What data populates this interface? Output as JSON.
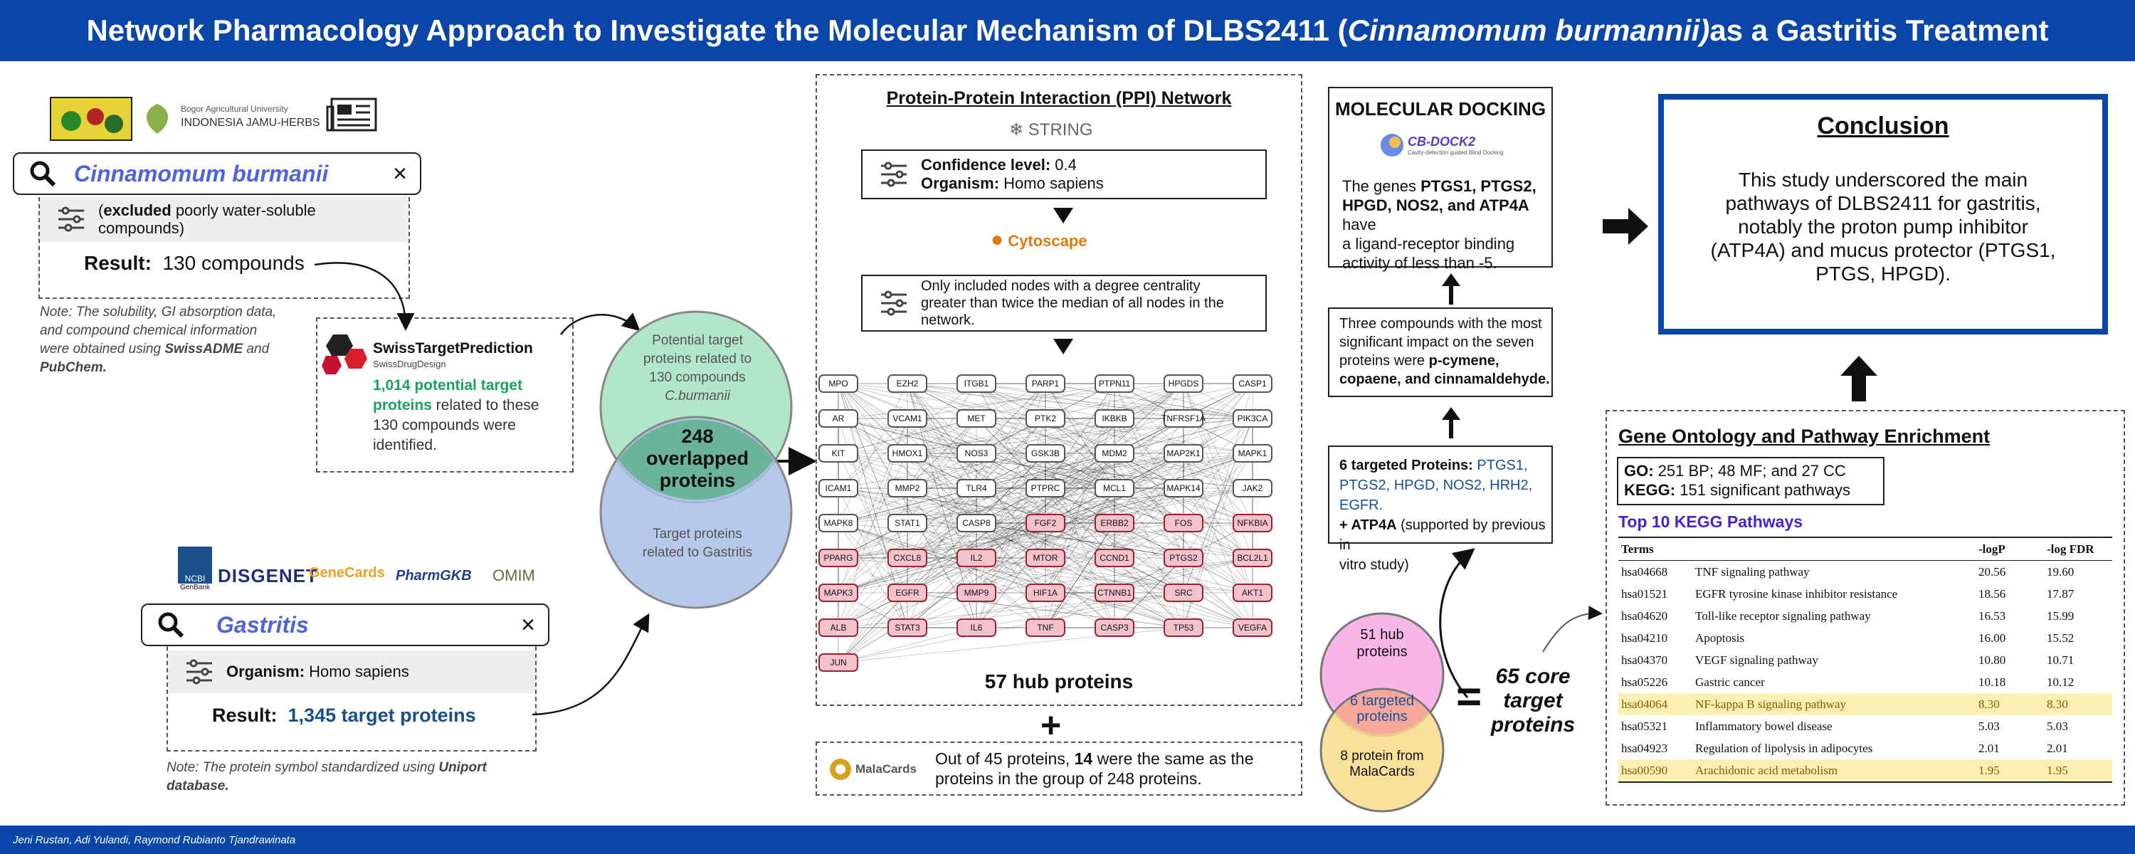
{
  "header": {
    "title_pre": "Network Pharmacology Approach to Investigate the Molecular Mechanism of DLBS2411 (",
    "title_italic": "Cinnamomum burmannii)",
    "title_post": " as a Gastritis Treatment"
  },
  "footer": {
    "authors": "Jeni Rustan, Adi Yulandi, Raymond Rubianto Tjandrawinata"
  },
  "logos": {
    "bogor_line1": "Bogor Agricultural University",
    "bogor_line2": "INDONESIA JAMU-HERBS",
    "ncbi": "NCBI",
    "genbank": "GenBank",
    "disgenet": "DISGENET",
    "genecards": "GeneCards",
    "pharmgkb": "PharmGKB",
    "omim": "OMIM"
  },
  "compound_search": {
    "query": "Cinnamomum burmanii",
    "close": "×",
    "filter_bold": "excluded",
    "filter_rest1": " poorly water-soluble",
    "filter_rest2": "compounds)",
    "filter_open": "(",
    "result_label": "Result:",
    "result_value": "130 compounds",
    "note_line1": "Note: The solubility, GI absorption data,",
    "note_line2": "and compound chemical information",
    "note_line3a": "were obtained using ",
    "note_line3b": "SwissADME",
    "note_line3c": " and",
    "note_line4": "PubChem."
  },
  "swiss": {
    "name": "SwissTargetPrediction",
    "sub": "SwissDrugDesign",
    "hl1": "1,014 potential target",
    "hl2": "proteins",
    "t2": " related to these",
    "t3": "130 compounds were",
    "t4": "identified."
  },
  "disease_search": {
    "query": "Gastritis",
    "close": "×",
    "filter_bold": "Organism:",
    "filter_rest": " Homo sapiens",
    "result_label": "Result:",
    "result_value": "1,345 target proteins",
    "note_line1a": "Note: The protein symbol standardized using ",
    "note_line1b": "Uniport",
    "note_line2": "database."
  },
  "venn1": {
    "top1": "Potential target",
    "top2": "proteins related to",
    "top3": "130 compounds",
    "top4": "C.burmanii",
    "mid1": "248",
    "mid2": "overlapped",
    "mid3": "proteins",
    "bot1": "Target proteins",
    "bot2": "related to Gastritis"
  },
  "ppi": {
    "title": "Protein-Protein Interaction (PPI) Network",
    "string": "STRING",
    "conf_label": "Confidence level:",
    "conf_value": " 0.4",
    "org_label": "Organism:",
    "org_value": " Homo sapiens",
    "cytoscape": "Cytoscape",
    "filter1": "Only included nodes with a degree centrality",
    "filter2": "greater than twice the median of all nodes in the",
    "filter3": "network.",
    "hub_label": "57 hub proteins",
    "nodes": [
      [
        "MPO",
        "EZH2",
        "ITGB1",
        "PARP1",
        "PTPN11",
        "HPGDS",
        "CASP1"
      ],
      [
        "AR",
        "VCAM1",
        "MET",
        "PTK2",
        "IKBKB",
        "TNFRSF1A",
        "PIK3CA"
      ],
      [
        "KIT",
        "HMOX1",
        "NOS3",
        "GSK3B",
        "MDM2",
        "MAP2K1",
        "MAPK1"
      ],
      [
        "ICAM1",
        "MMP2",
        "TLR4",
        "PTPRC",
        "MCL1",
        "MAPK14",
        "JAK2"
      ],
      [
        "MAPK8",
        "STAT1",
        "CASP8",
        "FGF2",
        "ERBB2",
        "FOS",
        "NFKBIA"
      ],
      [
        "PPARG",
        "CXCL8",
        "IL2",
        "MTOR",
        "CCND1",
        "PTGS2",
        "BCL2L1"
      ],
      [
        "MAPK3",
        "EGFR",
        "MMP9",
        "HIF1A",
        "CTNNB1",
        "SRC",
        "AKT1"
      ],
      [
        "ALB",
        "STAT3",
        "IL6",
        "TNF",
        "CASP3",
        "TP53",
        "VEGFA"
      ],
      [
        "JUN"
      ]
    ],
    "highlighted": [
      "FGF2",
      "ERBB2",
      "FOS",
      "NFKBIA",
      "PPARG",
      "CXCL8",
      "IL2",
      "MTOR",
      "CCND1",
      "PTGS2",
      "BCL2L1",
      "MAPK3",
      "EGFR",
      "MMP9",
      "HIF1A",
      "CTNNB1",
      "SRC",
      "AKT1",
      "ALB",
      "STAT3",
      "IL6",
      "TNF",
      "CASP3",
      "TP53",
      "VEGFA",
      "JUN"
    ]
  },
  "plus": "+",
  "malacards": {
    "logo": "MalaCards",
    "t1a": "Out of 45 proteins, ",
    "t1b": "14",
    "t1c": " were the same as the",
    "t2": "proteins in the group of 248 proteins."
  },
  "docking": {
    "title": "MOLECULAR DOCKING",
    "logo": "CB-DOCK2",
    "logo_sub": "Cavity-detection guided Blind Docking",
    "t1a": "The genes ",
    "t1b": "PTGS1, PTGS2,",
    "t2": "HPGD, NOS2, and ATP4A",
    "t2b": " have",
    "t3": "a ligand-receptor binding",
    "t4": "activity of less than -5."
  },
  "compounds_box": {
    "t1": "Three compounds with the most",
    "t2": "significant impact on the seven",
    "t3a": "proteins were ",
    "t3b": "p-cymene,",
    "t4": "copaene, and cinnamaldehyde."
  },
  "targeted_box": {
    "t1a": "6 targeted Proteins: ",
    "t1b": "PTGS1,",
    "t2": "PTGS2, HPGD, NOS2, HRH2, EGFR.",
    "t3a": "+ ATP4A",
    "t3b": " (supported by previous in",
    "t4": "vitro study)"
  },
  "venn2": {
    "top1": "51 hub",
    "top2": "proteins",
    "mid1": "6 targeted",
    "mid2": "proteins",
    "bot1": "8 protein from",
    "bot2": "MalaCards",
    "equals": "=",
    "core1": "65 core",
    "core2": "target",
    "core3": "proteins"
  },
  "conclusion": {
    "title": "Conclusion",
    "t1": "This study underscored the main",
    "t2": "pathways of DLBS2411 for gastritis,",
    "t3": "notably the proton pump inhibitor",
    "t4": "(ATP4A) and mucus protector (PTGS1,",
    "t5": "PTGS, HPGD)."
  },
  "go": {
    "title": "Gene Ontology and Pathway Enrichment",
    "go_label": "GO:",
    "go_value": " 251 BP; 48 MF; and 27 CC",
    "kegg_label": "KEGG:",
    "kegg_value": " 151 significant pathways",
    "top10": "Top 10 KEGG Pathways",
    "headers": [
      "Terms",
      "",
      "-logP",
      "-log FDR"
    ],
    "rows": [
      [
        "hsa04668",
        "TNF signaling pathway",
        "20.56",
        "19.60"
      ],
      [
        "hsa01521",
        "EGFR tyrosine kinase inhibitor resistance",
        "18.56",
        "17.87"
      ],
      [
        "hsa04620",
        "Toll-like receptor signaling pathway",
        "16.53",
        "15.99"
      ],
      [
        "hsa04210",
        "Apoptosis",
        "16.00",
        "15.52"
      ],
      [
        "hsa04370",
        "VEGF signaling pathway",
        "10.80",
        "10.71"
      ],
      [
        "hsa05226",
        "Gastric cancer",
        "10.18",
        "10.12"
      ],
      [
        "hsa04064",
        "NF-kappa B signaling pathway",
        "8.30",
        "8.30"
      ],
      [
        "hsa05321",
        "Inflammatory bowel disease",
        "5.03",
        "5.03"
      ],
      [
        "hsa04923",
        "Regulation of lipolysis in adipocytes",
        "2.01",
        "2.01"
      ],
      [
        "hsa00590",
        "Arachidonic acid metabolism",
        "1.95",
        "1.95"
      ]
    ],
    "highlighted_rows": [
      6,
      9
    ]
  },
  "colors": {
    "brand_blue": "#0a46a8",
    "query_blue": "#4f64d6",
    "green_hl": "#1aa35a",
    "node_pink": "#f4c2ca",
    "venn_green": "#9fe0bd",
    "venn_blue": "#a9bfe6",
    "venn_pink": "#f7b6e6",
    "venn_yellow": "#f7dc8a"
  }
}
